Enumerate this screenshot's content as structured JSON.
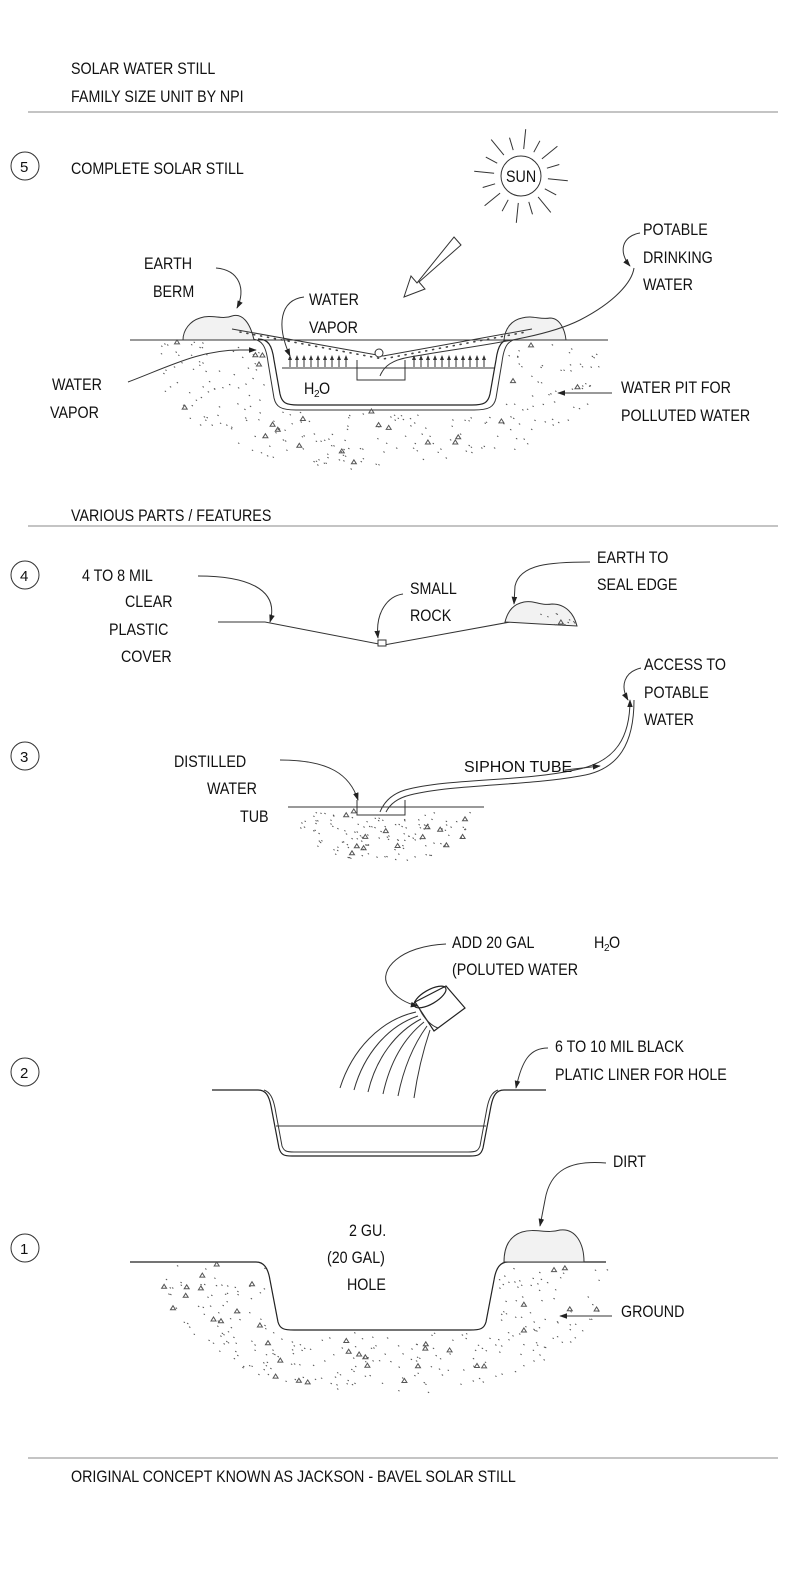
{
  "header": {
    "line1": "SOLAR WATER STILL",
    "line2": "FAMILY SIZE UNIT BY NPI"
  },
  "section5": {
    "number": "5",
    "title": "COMPLETE SOLAR STILL",
    "sun": "SUN",
    "earth_berm": [
      "EARTH",
      "BERM"
    ],
    "water_vapor_inside": [
      "WATER",
      "VAPOR"
    ],
    "water_vapor_outside": [
      "WATER",
      "VAPOR"
    ],
    "h2o": {
      "h": "H",
      "sub": "2",
      "o": "O"
    },
    "potable_drinking_water": [
      "POTABLE",
      "DRINKING",
      "WATER"
    ],
    "water_pit": [
      "WATER PIT FOR",
      "POLLUTED WATER"
    ]
  },
  "divider_label": "VARIOUS PARTS / FEATURES",
  "section4": {
    "number": "4",
    "plastic_cover": [
      "4 TO 8 MIL",
      "CLEAR",
      "PLASTIC",
      "COVER"
    ],
    "small_rock": [
      "SMALL",
      "ROCK"
    ],
    "earth_seal": [
      "EARTH TO",
      "SEAL EDGE"
    ]
  },
  "section3": {
    "number": "3",
    "distilled_tub": [
      "DISTILLED",
      "WATER",
      "TUB"
    ],
    "siphon_tube": "SIPHON TUBE",
    "access_water": [
      "ACCESS TO",
      "POTABLE",
      "WATER"
    ]
  },
  "section2": {
    "number": "2",
    "add_water": [
      "ADD 20 GAL",
      "(POLUTED WATER"
    ],
    "h2o": {
      "h": "H",
      "sub": "2",
      "o": "O"
    },
    "liner": [
      "6 TO 10 MIL BLACK",
      "PLATIC LINER FOR HOLE"
    ]
  },
  "section1": {
    "number": "1",
    "hole": [
      "2 GU.",
      "(20 GAL)",
      "HOLE"
    ],
    "dirt": "DIRT",
    "ground": "GROUND"
  },
  "footer": "ORIGINAL CONCEPT KNOWN AS JACKSON - BAVEL SOLAR STILL"
}
